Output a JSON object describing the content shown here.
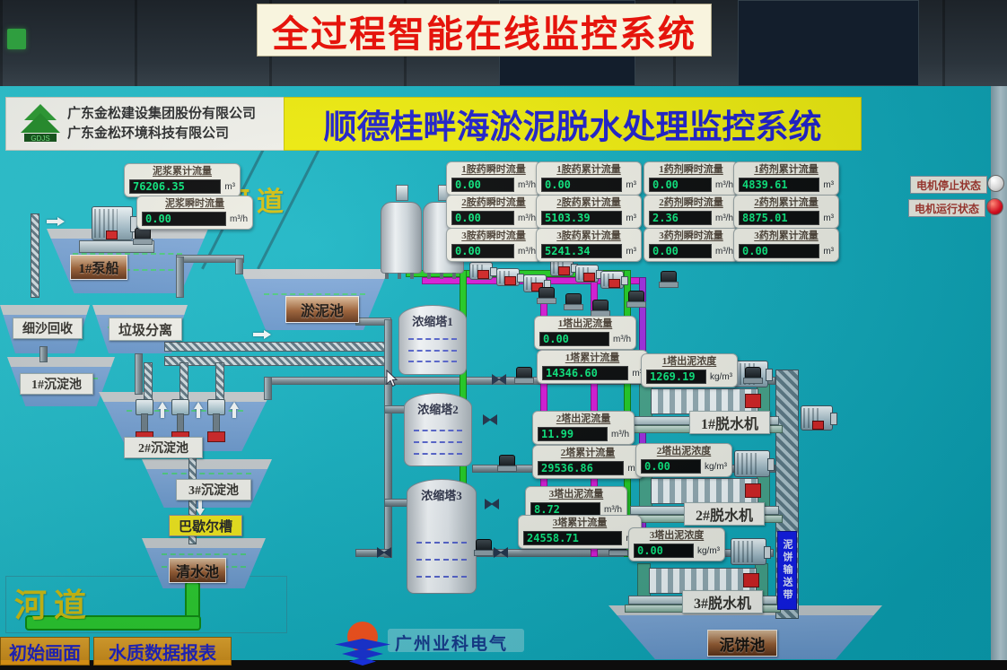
{
  "banner": {
    "title": "全过程智能在线监控系统"
  },
  "header": {
    "company_line1": "广东金松建设集团股份有限公司",
    "company_line2": "广东金松环境科技有限公司",
    "screen_title": "顺德桂畔海淤泥脱水处理监控系统"
  },
  "motor_status": {
    "stopped_label": "电机停止状态",
    "running_label": "电机运行状态",
    "stopped_color": "#e0e0e0",
    "running_color": "#d01020"
  },
  "slurry_boxes": {
    "total": {
      "label": "泥浆累计流量",
      "value": "76206.35",
      "unit": "m³"
    },
    "instant": {
      "label": "泥浆瞬时流量",
      "value": "0.00",
      "unit": "m³/h"
    }
  },
  "chem_boxes": [
    {
      "label": "1胺药瞬时流量",
      "value": "0.00",
      "unit": "m³/h"
    },
    {
      "label": "1胺药累计流量",
      "value": "0.00",
      "unit": "m³"
    },
    {
      "label": "2胺药瞬时流量",
      "value": "0.00",
      "unit": "m³/h"
    },
    {
      "label": "2胺药累计流量",
      "value": "5103.39",
      "unit": "m³"
    },
    {
      "label": "3胺药瞬时流量",
      "value": "0.00",
      "unit": "m³/h"
    },
    {
      "label": "3胺药累计流量",
      "value": "5241.34",
      "unit": "m³"
    },
    {
      "label": "1药剂瞬时流量",
      "value": "0.00",
      "unit": "m³/h"
    },
    {
      "label": "1药剂累计流量",
      "value": "4839.61",
      "unit": "m³"
    },
    {
      "label": "2药剂瞬时流量",
      "value": "2.36",
      "unit": "m³/h"
    },
    {
      "label": "2药剂累计流量",
      "value": "8875.01",
      "unit": "m³"
    },
    {
      "label": "3药剂瞬时流量",
      "value": "0.00",
      "unit": "m³/h"
    },
    {
      "label": "3药剂累计流量",
      "value": "0.00",
      "unit": "m³"
    }
  ],
  "tower_boxes": [
    {
      "label": "1塔出泥流量",
      "value": "0.00",
      "unit": "m³/h"
    },
    {
      "label": "1塔累计流量",
      "value": "14346.60",
      "unit": "m³"
    },
    {
      "label": "1塔出泥浓度",
      "value": "1269.19",
      "unit": "kg/m³"
    },
    {
      "label": "2塔出泥流量",
      "value": "11.99",
      "unit": "m³/h"
    },
    {
      "label": "2塔累计流量",
      "value": "29536.86",
      "unit": "m³"
    },
    {
      "label": "2塔出泥浓度",
      "value": "0.00",
      "unit": "kg/m³"
    },
    {
      "label": "3塔出泥流量",
      "value": "8.72",
      "unit": "m³/h"
    },
    {
      "label": "3塔累计流量",
      "value": "24558.71",
      "unit": "m³"
    },
    {
      "label": "3塔出泥浓度",
      "value": "0.00",
      "unit": "kg/m³"
    }
  ],
  "towers": [
    {
      "label": "浓缩塔1"
    },
    {
      "label": "浓缩塔2"
    },
    {
      "label": "浓缩塔3"
    }
  ],
  "pools": {
    "pump_ship": "1#泵船",
    "sludge": "淤泥池",
    "sand": "细沙回收",
    "garbage": "垃圾分离",
    "sed1": "1#沉淀池",
    "sed2": "2#沉淀池",
    "sed3": "3#沉淀池",
    "parshall": "巴歇尔槽",
    "clear": "清水池",
    "cake": "泥饼池"
  },
  "machines": [
    {
      "label": "1#脱水机"
    },
    {
      "label": "2#脱水机"
    },
    {
      "label": "3#脱水机"
    }
  ],
  "conveyor_label": "泥饼输送带",
  "river_top": "河道",
  "river_bottom": "河道",
  "buttons": [
    {
      "label": "初始画面"
    },
    {
      "label": "水质数据报表"
    }
  ],
  "footer": {
    "brand": "广州业科电气"
  },
  "colors": {
    "screen_bg": "#13b0c0",
    "header_yellow": "#f2ee08",
    "banner_red": "#e5140c",
    "title_blue": "#1c1ccc",
    "value_green": "#07e67a",
    "pipe_green": "#1ecb1e",
    "pipe_magenta": "#d816d8",
    "pipe_purple": "#9f2ae0",
    "button_orange": "#d89018"
  }
}
